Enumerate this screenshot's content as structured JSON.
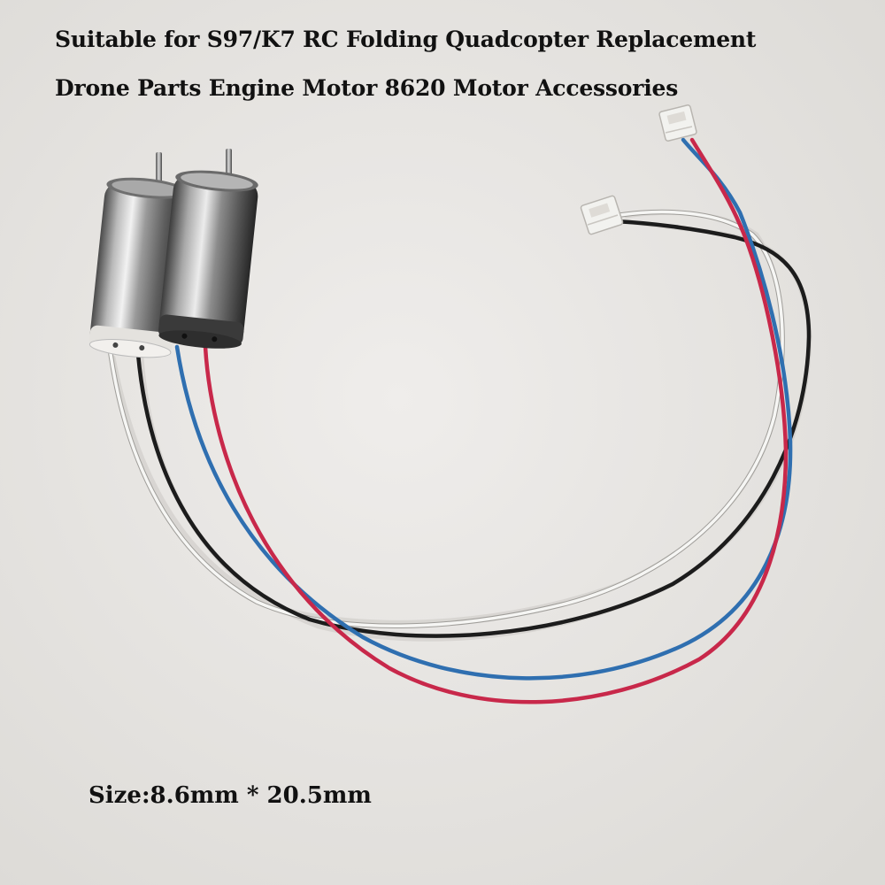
{
  "product": {
    "title_line_1": "Suitable for S97/K7 RC Folding Quadcopter Replacement",
    "title_line_2": "Drone Parts Engine Motor 8620 Motor Accessories",
    "size_label": "Size:8.6mm * 20.5mm"
  },
  "colors": {
    "background": "#ebe9e6",
    "text": "#111111",
    "wire_white": "#f4f4f2",
    "wire_black": "#1a1a1a",
    "wire_blue": "#2f6fb0",
    "wire_red": "#c8284a",
    "motor_metal": "#9c9c9c"
  }
}
